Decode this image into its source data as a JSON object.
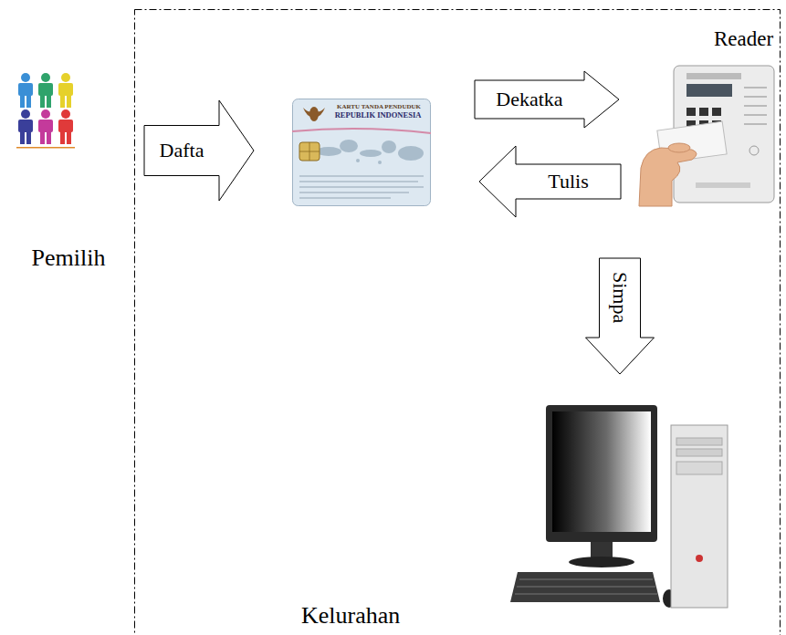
{
  "diagram": {
    "nodes": [
      {
        "text": [
          "Pemilih"
        ]
      },
      {
        "text": [
          "Kelurahan"
        ]
      },
      {
        "text": [
          "KARTU TANDA PENDUDUK",
          "REPUBLIK INDONESIA"
        ],
        "in": 1
      },
      {
        "text": [
          "Reader"
        ],
        "in": 1
      },
      {
        "text": [],
        "in": 1
      }
    ],
    "edges": [
      {
        "from": 0,
        "to": 2,
        "arrow": "to",
        "label": "Dafta"
      },
      {
        "from": 2,
        "to": 3,
        "arrow": "to",
        "label": "Dekatka"
      },
      {
        "from": 3,
        "to": 2,
        "arrow": "to",
        "label": "Tulis"
      },
      {
        "from": 3,
        "to": 4,
        "arrow": "to",
        "label": "Simpa"
      }
    ]
  }
}
